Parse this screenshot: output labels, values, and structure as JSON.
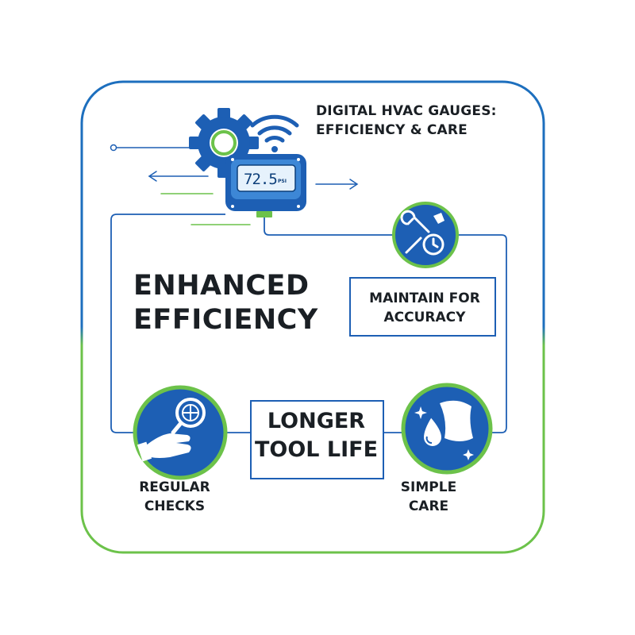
{
  "title": {
    "line1": "DIGITAL HVAC GAUGES:",
    "line2": "EFFICIENCY & CARE"
  },
  "gauge": {
    "reading": "72.5",
    "unit": "PSI"
  },
  "center_heading": {
    "line1": "ENHANCED",
    "line2": "EFFICIENCY"
  },
  "maintain_box": {
    "line1": "MAINTAIN FOR",
    "line2": "ACCURACY"
  },
  "longer_box": {
    "line1": "LONGER",
    "line2": "TOOL LIFE"
  },
  "regular_checks": {
    "line1": "REGULAR",
    "line2": "CHECKS"
  },
  "simple_care": {
    "line1": "SIMPLE",
    "line2": "CARE"
  },
  "colors": {
    "blue": "#1d5fb4",
    "light_blue": "#2a78c9",
    "green": "#6cc24a"
  },
  "icons": [
    "gear-icon",
    "wifi-icon",
    "wrench-clock-icon",
    "magnifier-hand-icon",
    "water-drop-cloth-icon"
  ]
}
